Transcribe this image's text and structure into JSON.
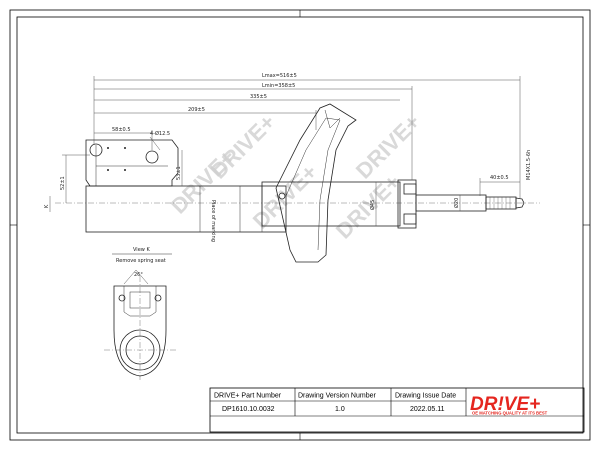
{
  "dimensions": {
    "lmax": "Lmax=516±5",
    "lmin": "Lmin=358±5",
    "d335": "335±5",
    "d209": "209±5",
    "d58": "58±0.5",
    "d4x": "4-Ø12.5",
    "d40": "40±0.5",
    "thread": "M14X1.5-6h",
    "d52": "52±1",
    "d53": "53±1",
    "d45": "Ø45",
    "d20": "Ø20",
    "angle": "26°",
    "letter_k": "K"
  },
  "notes": {
    "place_of_marking": "Place of marking"
  },
  "view": {
    "title": "View K",
    "subtitle": "Remove spring seat"
  },
  "watermark": {
    "text": "DRIVE+"
  },
  "title_block": {
    "part_number_label": "DRIVE+ Part Number",
    "part_number_value": "DP1610.10.0032",
    "version_label": "Drawing Version  Number",
    "version_value": "1.0",
    "issue_date_label": "Drawing Issue Date",
    "issue_date_value": "2022.05.11"
  },
  "logo": {
    "text": "DR!VE+",
    "tagline": "OE MATCHING QUALITY AT ITS BEST"
  },
  "colors": {
    "logo_red": "#e5261f"
  }
}
